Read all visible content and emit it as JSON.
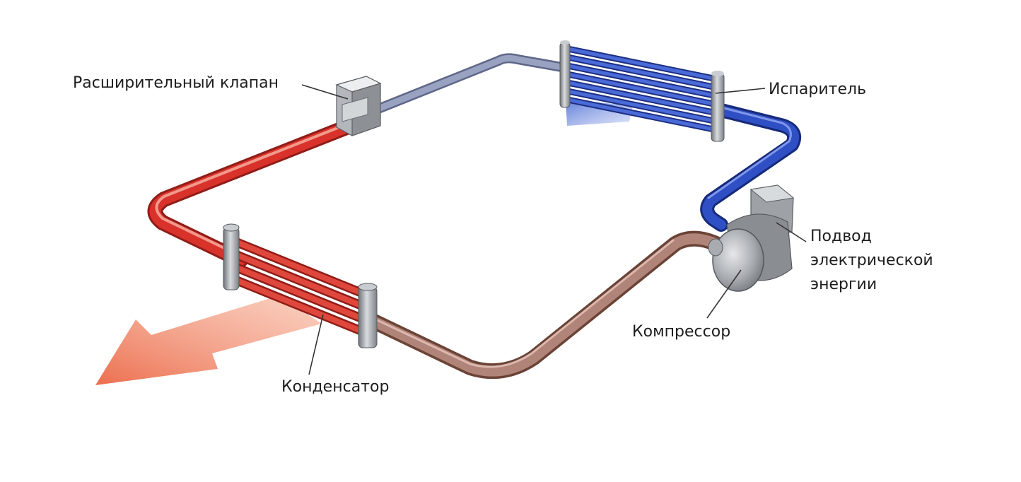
{
  "labels": {
    "expansion_valve": "Расширительный клапан",
    "evaporator": "Испаритель",
    "power_supply": [
      "Подвод",
      "электрической",
      "энергии"
    ],
    "compressor": "Компрессор",
    "condenser": "Конденсатор"
  },
  "colors": {
    "hot_pipe": "#d9322b",
    "cold_pipe": "#2f4fc4",
    "low_pressure_pipe": "#8e96b8",
    "compressor_outlet_pipe": "#a8786a",
    "heat_arrow": "#ef7a5a",
    "cold_air": "#5f7fd8",
    "metal": "#9a9ea3"
  }
}
